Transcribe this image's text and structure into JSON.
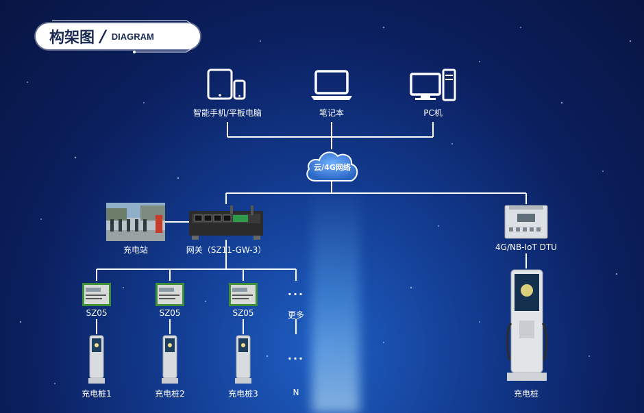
{
  "header": {
    "title_cn": "构架图",
    "separator": "/",
    "title_en": "DIAGRAM"
  },
  "terminals": [
    {
      "label": "智能手机/平板电脑",
      "icon": "tablet-phone-icon"
    },
    {
      "label": "笔记本",
      "icon": "laptop-icon"
    },
    {
      "label": "PC机",
      "icon": "desktop-pc-icon"
    }
  ],
  "cloud": {
    "label": "云/4G网络",
    "icon": "cloud-icon"
  },
  "station": {
    "label": "充电站"
  },
  "gateway": {
    "label": "网关（SZ11-GW-3）"
  },
  "dtu": {
    "label": "4G/NB-IoT DTU"
  },
  "modules": [
    {
      "label": "SZ05"
    },
    {
      "label": "SZ05"
    },
    {
      "label": "SZ05"
    },
    {
      "label": "更多",
      "dots": "···"
    }
  ],
  "piles": [
    {
      "label": "充电桩1"
    },
    {
      "label": "充电桩2"
    },
    {
      "label": "充电桩3"
    },
    {
      "label": "N",
      "dots": "···"
    }
  ],
  "big_pile": {
    "label": "充电桩"
  },
  "colors": {
    "line": "#ffffff",
    "cloud": "#3a7fd6",
    "title_text": "#1b2a55",
    "background": "#0b1f5e"
  }
}
